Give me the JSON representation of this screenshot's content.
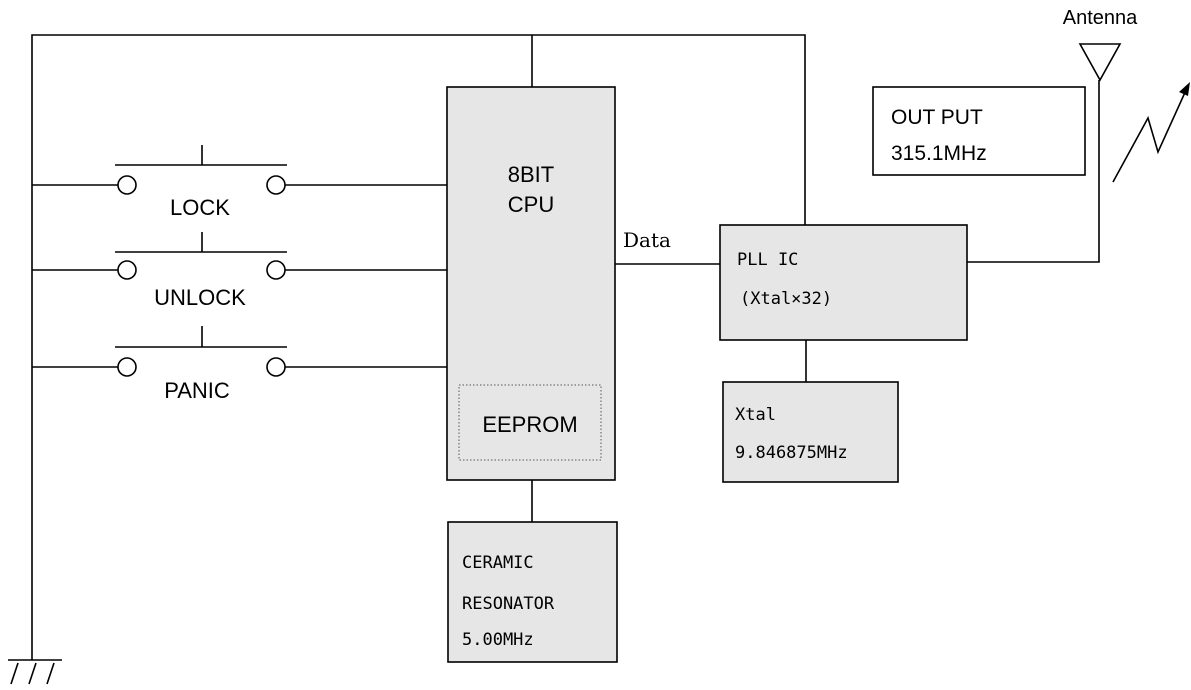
{
  "antenna": {
    "label": "Antenna"
  },
  "output_box": {
    "line1": "OUT PUT",
    "line2": "315.1MHz"
  },
  "switches": [
    {
      "label": "LOCK"
    },
    {
      "label": "UNLOCK"
    },
    {
      "label": "PANIC"
    }
  ],
  "cpu": {
    "line1": "8BIT",
    "line2": "CPU",
    "eeprom_label": "EEPROM"
  },
  "data_line": {
    "label": "Data"
  },
  "pll": {
    "line1": "PLL IC",
    "line2": "(Xtal×32)"
  },
  "xtal": {
    "line1": "Xtal",
    "line2": "9.846875MHz"
  },
  "resonator": {
    "line1": "CERAMIC",
    "line2": "RESONATOR",
    "line3": "5.00MHz"
  },
  "colors": {
    "block_fill": "#e6e6e6",
    "line": "#000000"
  }
}
